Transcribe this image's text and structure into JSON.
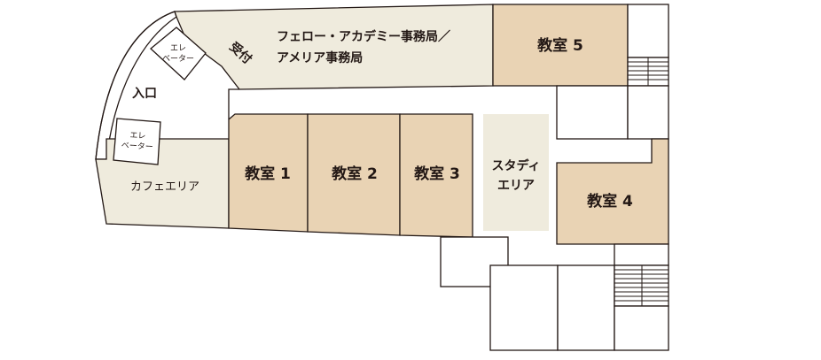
{
  "floor_plan": {
    "colors": {
      "classroom": "#e9d3b4",
      "common": "#efebdd",
      "outline": "#231815",
      "background": "#ffffff"
    },
    "rooms": {
      "office": {
        "line1": "フェロー・アカデミー事務局／",
        "line2": "アメリア事務局"
      },
      "reception": "受付",
      "classroom_5": "教室 5",
      "classroom_1": "教室 1",
      "classroom_2": "教室 2",
      "classroom_3": "教室 3",
      "classroom_4": "教室 4",
      "study_area": {
        "line1": "スタディ",
        "line2": "エリア"
      },
      "cafe_area": "カフェエリア",
      "entrance": "入口",
      "elevator_upper": {
        "line1": "エレ",
        "line2": "ベーター"
      },
      "elevator_lower": {
        "line1": "エレ",
        "line2": "ベーター"
      }
    }
  }
}
